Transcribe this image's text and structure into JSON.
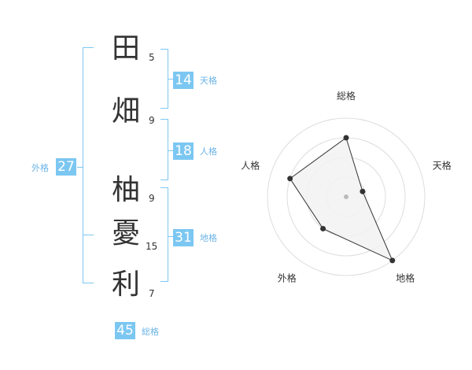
{
  "name": {
    "characters": [
      {
        "char": "田",
        "strokes": "5"
      },
      {
        "char": "畑",
        "strokes": "9"
      },
      {
        "char": "柚",
        "strokes": "9"
      },
      {
        "char": "憂",
        "strokes": "15"
      },
      {
        "char": "利",
        "strokes": "7"
      }
    ]
  },
  "fortune": {
    "tenkaku": {
      "value": "14",
      "label": "天格"
    },
    "jinkaku": {
      "value": "18",
      "label": "人格"
    },
    "chikaku": {
      "value": "31",
      "label": "地格"
    },
    "gaikaku": {
      "value": "27",
      "label": "外格"
    },
    "soukaku": {
      "value": "45",
      "label": "総格"
    }
  },
  "colors": {
    "accent": "#7cc7f2",
    "label": "#6cb4e6",
    "text": "#333333",
    "radar_fill": "#f2f2f2",
    "radar_ring": "#dddddd"
  },
  "chart_data": {
    "type": "radar",
    "axes": [
      "総格",
      "天格",
      "地格",
      "外格",
      "人格"
    ],
    "values": [
      0.75,
      0.22,
      1.0,
      0.5,
      0.75
    ],
    "range": [
      0,
      1
    ],
    "rings": 4
  }
}
